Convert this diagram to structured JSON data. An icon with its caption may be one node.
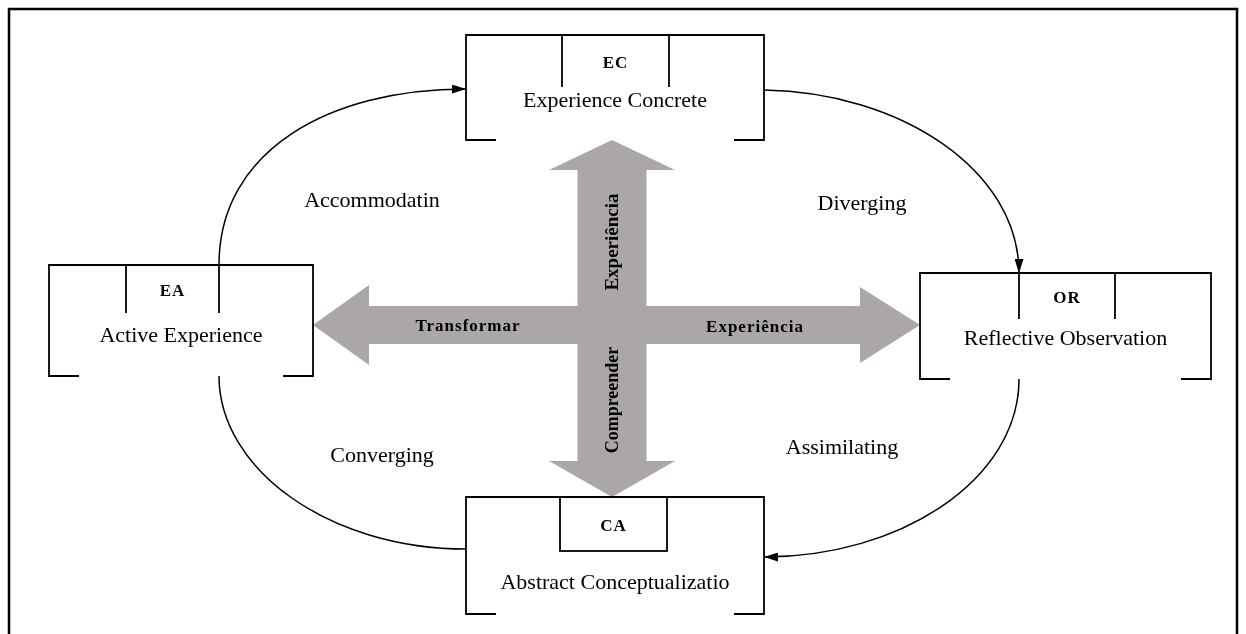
{
  "diagram": {
    "nodes": [
      {
        "text": [
          "EC",
          "Experience Concrete"
        ]
      },
      {
        "text": [
          "EA",
          "Active Experience"
        ]
      },
      {
        "text": [
          "OR",
          "Reflective Observation"
        ]
      },
      {
        "text": [
          "CA",
          "Abstract Conceptualizatio"
        ]
      }
    ],
    "edges": [
      {
        "from": 1,
        "to": 0,
        "arrow": "to",
        "label": "Accommodatin"
      },
      {
        "from": 0,
        "to": 2,
        "arrow": "to",
        "label": "Diverging"
      },
      {
        "from": 2,
        "to": 3,
        "arrow": "to",
        "label": "Assimilating"
      },
      {
        "from": 3,
        "to": 1,
        "arrow": "none",
        "label": "Converging"
      },
      {
        "from": null,
        "to": 0,
        "arrow": "to",
        "label": "Experiência",
        "style": "thick",
        "color": "#aaa7a6"
      },
      {
        "from": null,
        "to": 1,
        "arrow": "to",
        "label": "Transformar",
        "style": "thick",
        "color": "#aaa7a6"
      },
      {
        "from": null,
        "to": 2,
        "arrow": "to",
        "label": "Experiência",
        "style": "thick",
        "color": "#aaa7a6"
      },
      {
        "from": null,
        "to": 3,
        "arrow": "to",
        "label": "Compreender",
        "style": "thick",
        "color": "#aaa7a6"
      }
    ]
  }
}
